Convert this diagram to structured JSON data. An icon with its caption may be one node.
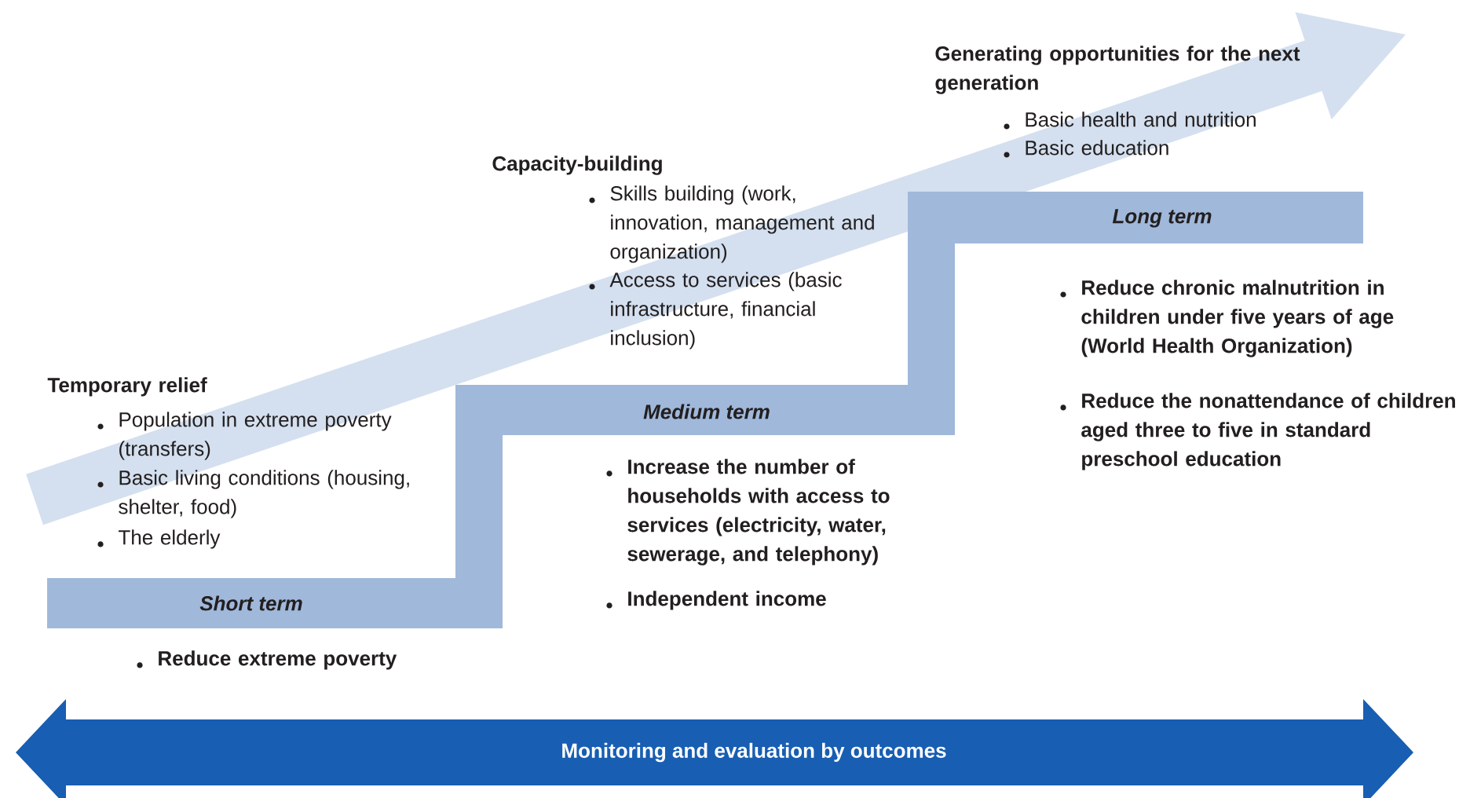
{
  "diagram": {
    "nodes": [
      {
        "text": [
          "Short term"
        ]
      },
      {
        "text": [
          "Medium term"
        ]
      },
      {
        "text": [
          "Long term"
        ]
      },
      {
        "text": [
          "Monitoring and evaluation by outcomes"
        ]
      }
    ],
    "labels": [
      "Generating opportunities for the next generation",
      "Basic health and nutrition",
      "Basic education",
      "Capacity-building",
      "Skills building (work, innovation, management and organization)",
      "Access to services (basic infrastructure, financial inclusion)",
      "Temporary relief",
      "Population in extreme poverty (transfers)",
      "Basic living conditions (housing, shelter, food)",
      "The elderly",
      "Reduce chronic malnutrition in children under five years of age (World Health Organization)",
      "Reduce the nonattendance of children aged three to five in standard preschool education",
      "Increase the number of households with access to services (electricity, water, sewerage, and telephony)",
      "Independent income",
      "Reduce extreme poverty"
    ]
  }
}
